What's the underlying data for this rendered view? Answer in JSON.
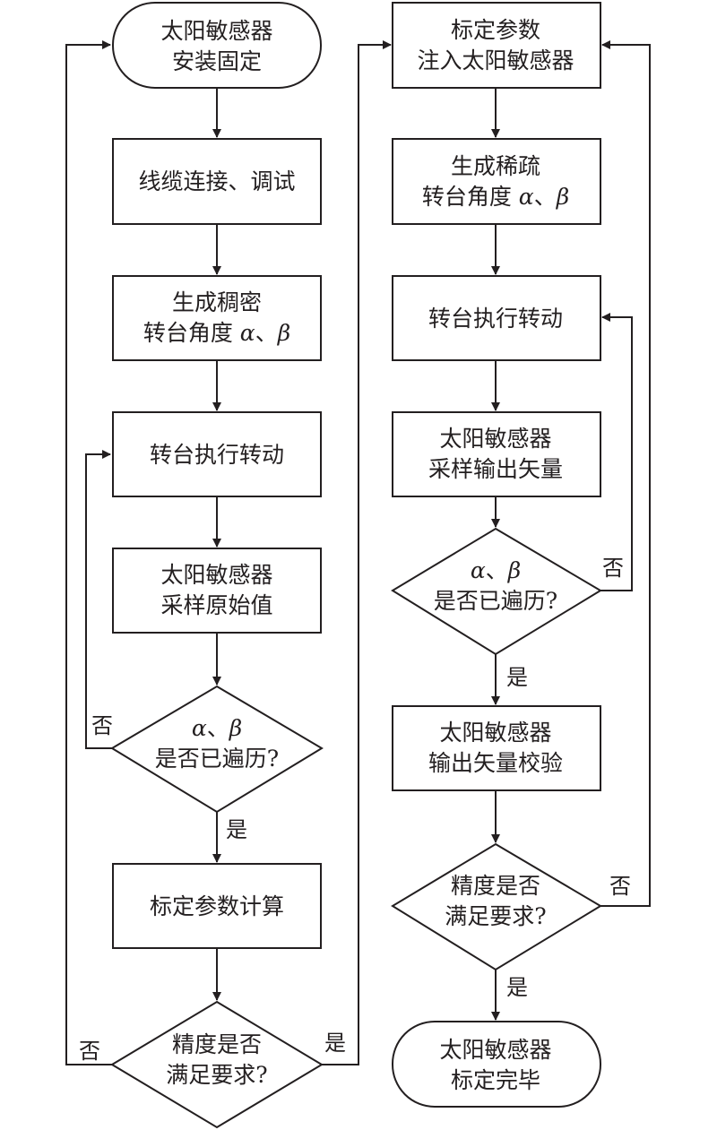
{
  "colors": {
    "stroke": "#231f20",
    "background": "#ffffff"
  },
  "nodes": {
    "l_install": {
      "shape": "terminal",
      "lines": [
        "太阳敏感器",
        "安装固定"
      ]
    },
    "l_cable": {
      "shape": "process",
      "lines": [
        "线缆连接、调试"
      ]
    },
    "l_dense": {
      "shape": "process",
      "lines": [
        "生成稠密",
        "转台角度 α、β"
      ]
    },
    "l_rotate": {
      "shape": "process",
      "lines": [
        "转台执行转动"
      ]
    },
    "l_sample": {
      "shape": "process",
      "lines": [
        "太阳敏感器",
        "采样原始值"
      ]
    },
    "l_traverse": {
      "shape": "decision",
      "lines": [
        "α、β",
        "是否已遍历?"
      ]
    },
    "l_calc": {
      "shape": "process",
      "lines": [
        "标定参数计算"
      ]
    },
    "l_accuracy": {
      "shape": "decision",
      "lines": [
        "精度是否",
        "满足要求?"
      ]
    },
    "r_inject": {
      "shape": "process",
      "lines": [
        "标定参数",
        "注入太阳敏感器"
      ]
    },
    "r_sparse": {
      "shape": "process",
      "lines": [
        "生成稀疏",
        "转台角度 α、β"
      ]
    },
    "r_rotate": {
      "shape": "process",
      "lines": [
        "转台执行转动"
      ]
    },
    "r_sample": {
      "shape": "process",
      "lines": [
        "太阳敏感器",
        "采样输出矢量"
      ]
    },
    "r_traverse": {
      "shape": "decision",
      "lines": [
        "α、β",
        "是否已遍历?"
      ]
    },
    "r_verify": {
      "shape": "process",
      "lines": [
        "太阳敏感器",
        "输出矢量校验"
      ]
    },
    "r_accuracy": {
      "shape": "decision",
      "lines": [
        "精度是否",
        "满足要求?"
      ]
    },
    "r_done": {
      "shape": "terminal",
      "lines": [
        "太阳敏感器",
        "标定完毕"
      ]
    }
  },
  "branch_labels": {
    "l_traverse_no": "否",
    "l_traverse_yes": "是",
    "l_accuracy_no": "否",
    "l_accuracy_yes": "是",
    "r_traverse_no": "否",
    "r_traverse_yes": "是",
    "r_accuracy_no": "否",
    "r_accuracy_yes": "是"
  }
}
